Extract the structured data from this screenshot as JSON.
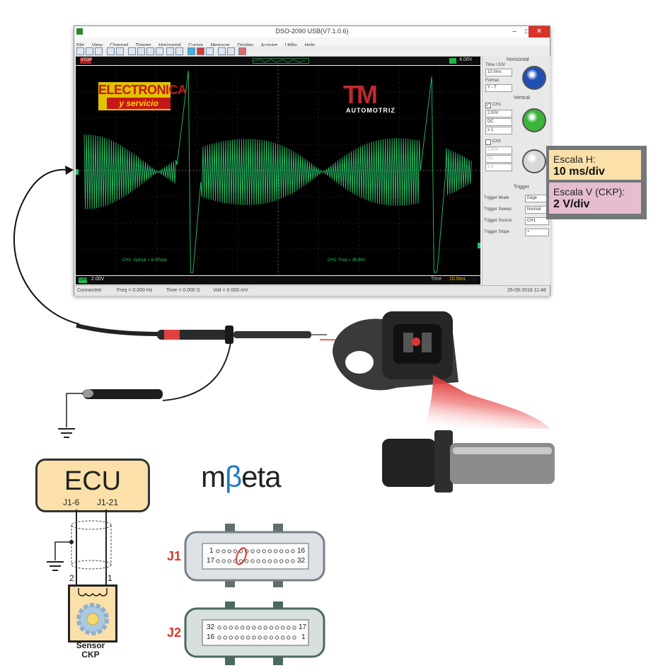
{
  "window": {
    "title": "DSO-2090 USB(V7.1.0.6)",
    "controls": {
      "minimize": "–",
      "maximize": "□",
      "close": "✕"
    },
    "menu": [
      "File",
      "View",
      "Channel",
      "Trigger",
      "Horizontal",
      "Cursor",
      "Measure",
      "Display",
      "Acquire",
      "Utility",
      "Help"
    ],
    "toolbar_icons": [
      "open-icon",
      "save-icon",
      "print-icon",
      "select-icon",
      "select-icon",
      "grid-icon",
      "zoom-icon",
      "zoom-icon",
      "image-icon",
      "zoom-in-icon",
      "zoom-out-icon",
      "run-icon",
      "stop-icon",
      "single-icon",
      "auto-icon",
      "settings-icon",
      "snapshot-icon"
    ],
    "top_strip": {
      "run_state": "STOP",
      "trigger_level": "4.00V"
    },
    "screen": {
      "readout_left": "CH1: Vpk/pk = 8.00Vpp",
      "readout_right": "CH1: Freq = 36.8Hz"
    },
    "bottom_strip": {
      "ch1_label": "CH1",
      "ch1_scale": "2.00V",
      "time_label": "Time",
      "time_value": "10.0ms"
    },
    "status_bar": {
      "state": "Connected",
      "freq": "Freq = 0.000 Hz",
      "time": "Time = 0.000 S",
      "volt": "Volt = 0.000 mV",
      "date": "26-09-2016  11:48"
    },
    "panel": {
      "horizontal_title": "Horizontal",
      "time_div_label": "Time / DIV",
      "time_div_value": "10.0ms",
      "format_label": "Format",
      "format_value": "Y - T",
      "vertical_title": "Vertical",
      "ch1_label": "CH1",
      "ch1_volt": "2.00V",
      "ch1_coupling": "DC",
      "ch1_probe": "x 1",
      "ch2_label": "CH2",
      "ch2_volt": "2.00V",
      "ch2_coupling": "DC",
      "ch2_probe": "x 1",
      "trigger_title": "Trigger",
      "trigger_mode_label": "Trigger Mode",
      "trigger_mode_value": "Edge",
      "trigger_sweep_label": "Trigger Sweep",
      "trigger_sweep_value": "Normal",
      "trigger_source_label": "Trigger Source",
      "trigger_source_value": "CH1",
      "trigger_slope_label": "Trigger Slope",
      "trigger_slope_value": "+",
      "knob_colors": {
        "horizontal": "#1f4fb5",
        "vertical": "#3ab43a",
        "ch2": "#d8d8d8"
      }
    }
  },
  "logos": {
    "electronica_top": "ELECTRONICA",
    "electronica_bottom": "y servicio",
    "tm_mark": "TM",
    "tm_sub": "AUTOMOTRIZ"
  },
  "callout": {
    "scale_h_label": "Escala H:",
    "scale_h_value": "10 ms/div",
    "scale_v_label": "Escala V (CKP):",
    "scale_v_value": "2 V/div",
    "colors": {
      "frame": "#74777a",
      "h_box": "#fbe1a9",
      "v_box": "#e6bdd0"
    }
  },
  "ecu": {
    "title": "ECU",
    "pin_a": "J1-6",
    "pin_b": "J1-21"
  },
  "sensor": {
    "wire_2": "2",
    "wire_1": "1",
    "label_line1": "Sensor",
    "label_line2": "CKP"
  },
  "brand": {
    "prefix": "m",
    "beta": "β",
    "suffix": "eta"
  },
  "connectors": {
    "j1": {
      "label": "J1",
      "top_left": "1",
      "top_right": "16",
      "bottom_left": "17",
      "bottom_right": "32"
    },
    "j2": {
      "label": "J2",
      "top_left": "32",
      "top_right": "17",
      "bottom_left": "16",
      "bottom_right": "1"
    }
  },
  "colors": {
    "trace": "#27c46a",
    "accent_red": "#d63b2b",
    "screen_bg": "#000000"
  }
}
